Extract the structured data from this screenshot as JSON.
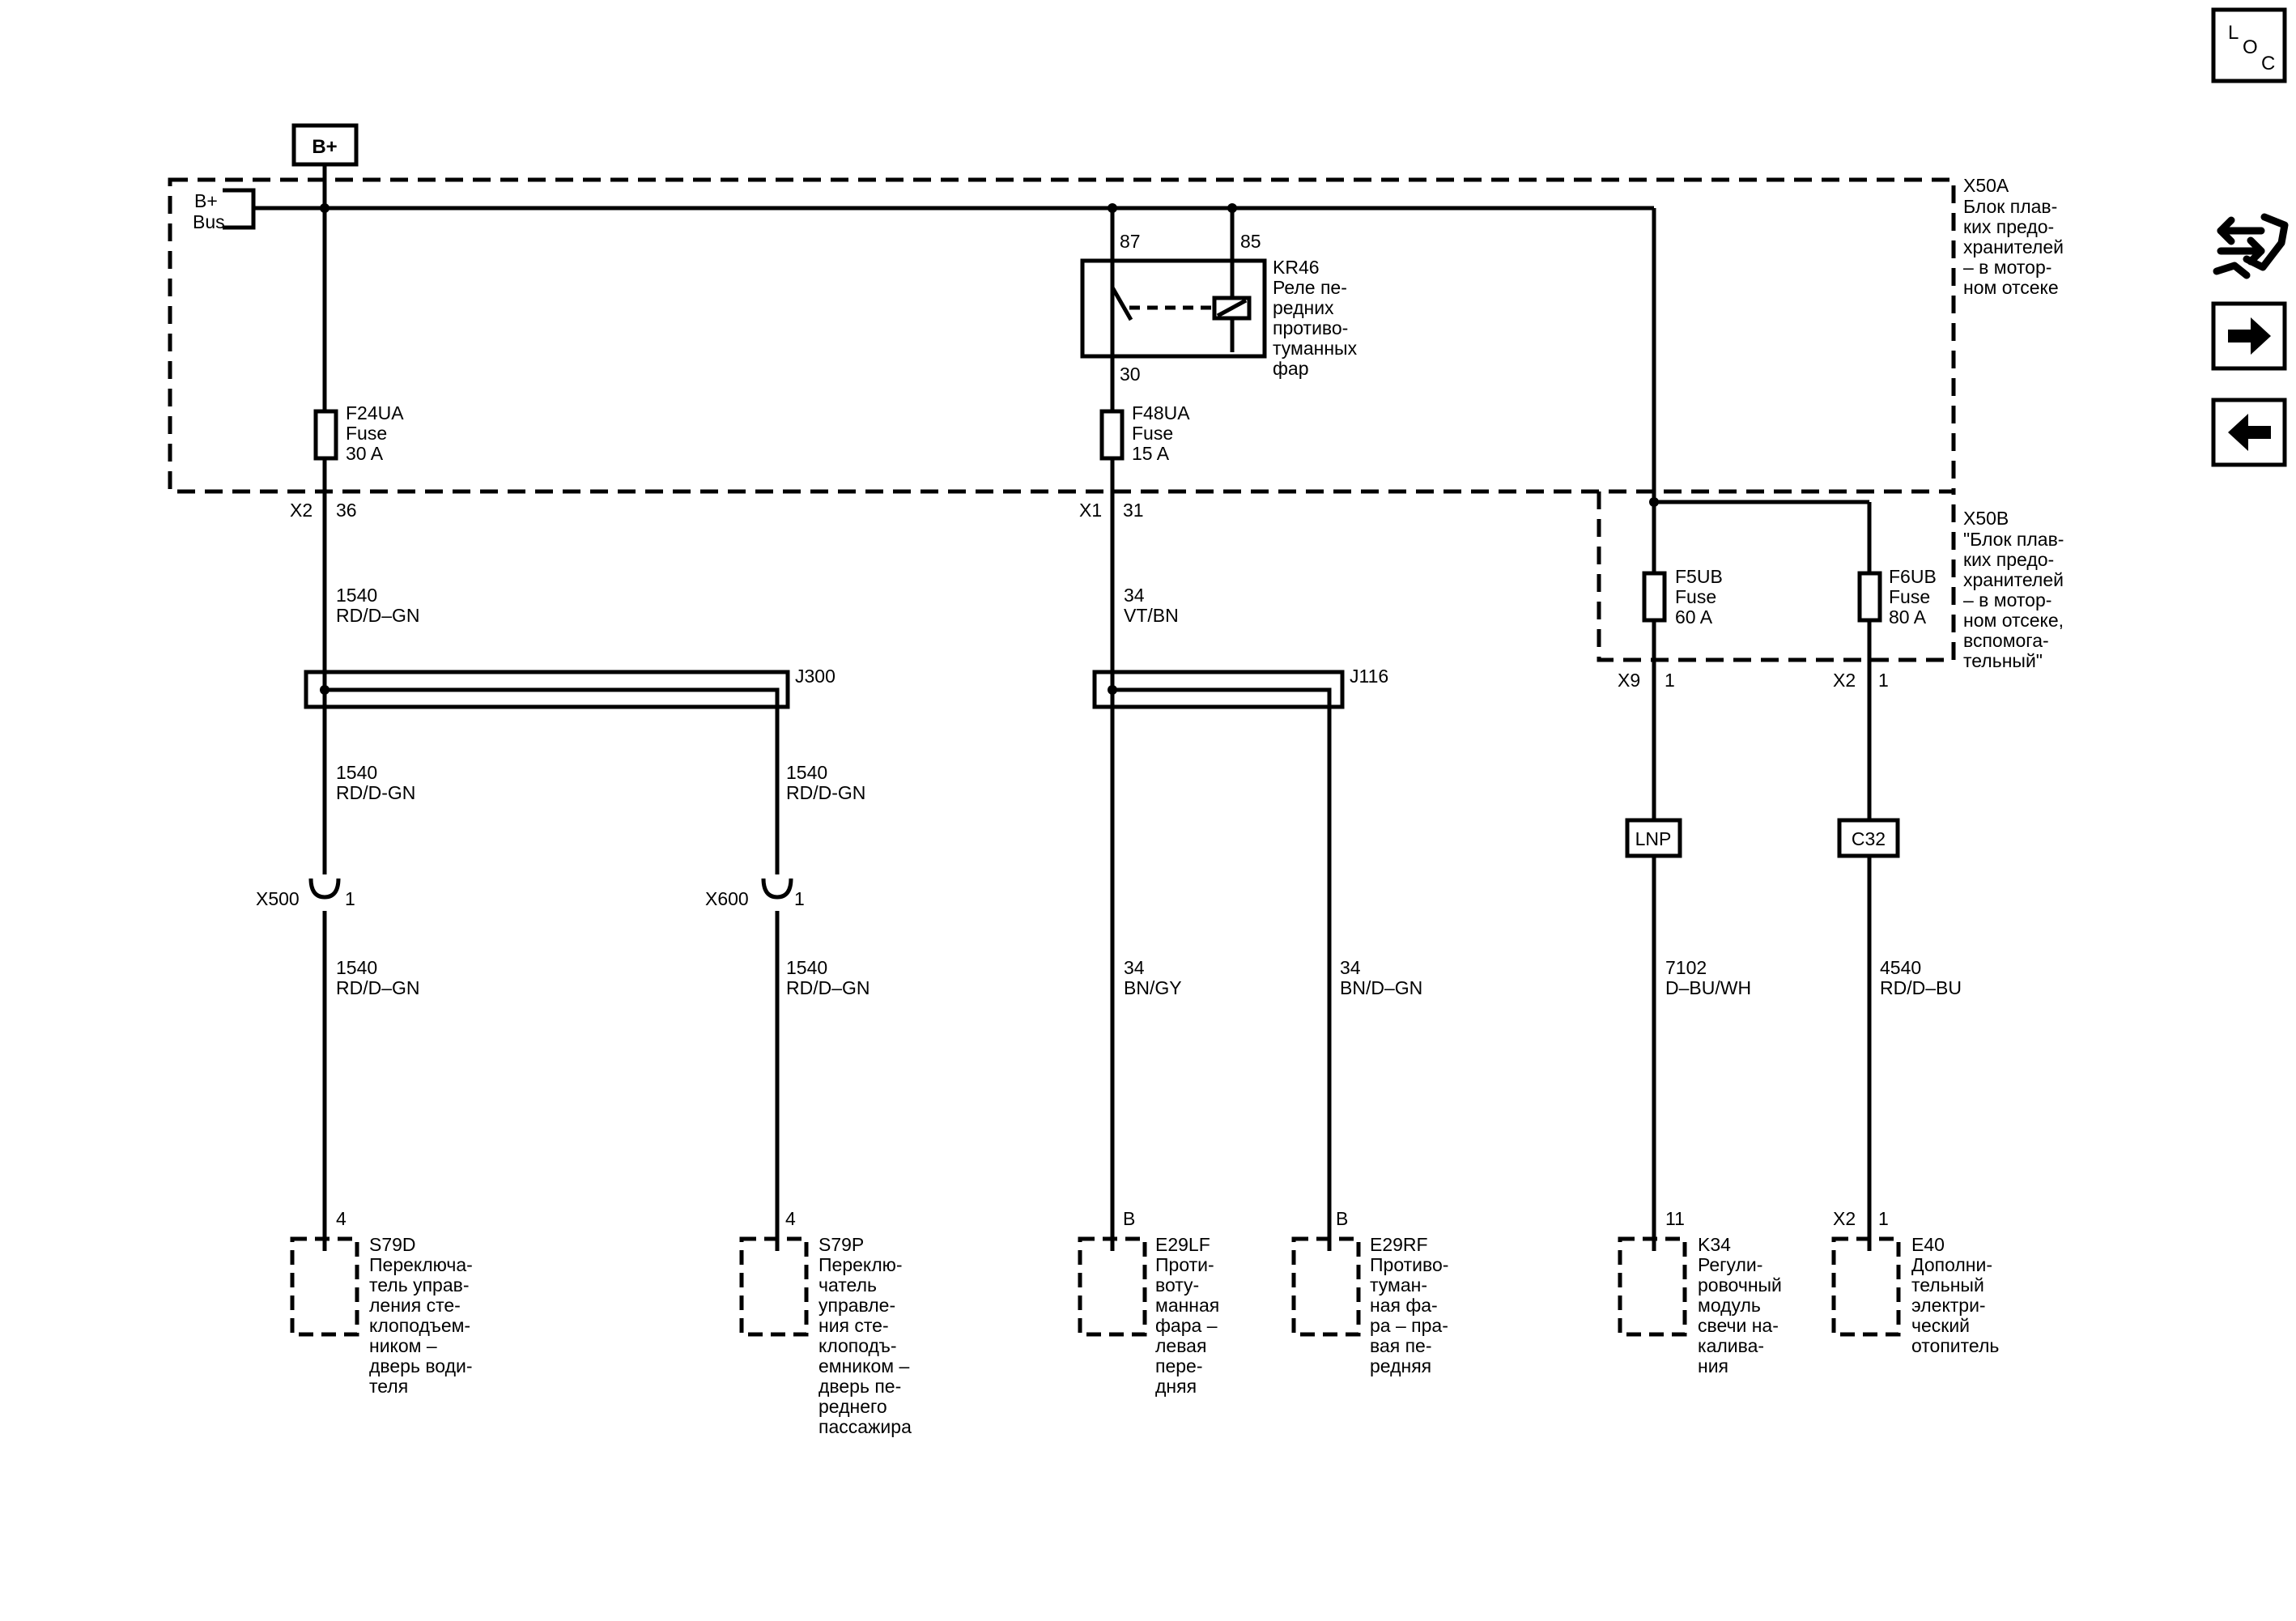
{
  "power_source": "B+",
  "bus_label": [
    "B+",
    "Bus"
  ],
  "fuse_block_a": {
    "id": "X50A",
    "desc": [
      "Блок плав-",
      "ких предо-",
      "хранителей",
      "– в мотор-",
      "ном отсеке"
    ]
  },
  "fuse_block_b": {
    "id": "X50B",
    "desc": [
      "\"Блок плав-",
      "ких предо-",
      "хранителей",
      "– в мотор-",
      "ном отсеке,",
      "вспомога-",
      "тельный\""
    ]
  },
  "relay": {
    "id": "KR46",
    "desc": [
      "Реле пе-",
      "редних",
      "противо-",
      "туманных",
      "фар"
    ],
    "pin_87": "87",
    "pin_85": "85",
    "pin_30": "30"
  },
  "fuses": [
    {
      "id": "F24UA",
      "type": "Fuse",
      "rating": "30 A",
      "conn": "X2",
      "pin": "36"
    },
    {
      "id": "F48UA",
      "type": "Fuse",
      "rating": "15 A",
      "conn": "X1",
      "pin": "31"
    },
    {
      "id": "F5UB",
      "type": "Fuse",
      "rating": "60 A",
      "conn": "X9",
      "pin": "1"
    },
    {
      "id": "F6UB",
      "type": "Fuse",
      "rating": "80 A",
      "conn": "X2",
      "pin": "1"
    }
  ],
  "splices": {
    "s1": "J300",
    "s2": "J116"
  },
  "inline_connectors": [
    {
      "id": "X500",
      "pin": "1"
    },
    {
      "id": "X600",
      "pin": "1"
    }
  ],
  "tags": {
    "t1": "LNP",
    "t2": "C32"
  },
  "wires": [
    {
      "circuit": "1540",
      "color": "RD/D–GN"
    },
    {
      "circuit": "34",
      "color": "VT/BN"
    },
    {
      "circuit": "1540",
      "color": "RD/D-GN"
    },
    {
      "circuit": "1540",
      "color": "RD/D-GN"
    },
    {
      "circuit": "1540",
      "color": "RD/D–GN"
    },
    {
      "circuit": "1540",
      "color": "RD/D–GN"
    },
    {
      "circuit": "34",
      "color": "BN/GY"
    },
    {
      "circuit": "34",
      "color": "BN/D–GN"
    },
    {
      "circuit": "7102",
      "color": "D–BU/WH"
    },
    {
      "circuit": "4540",
      "color": "RD/D–BU"
    }
  ],
  "components": [
    {
      "id": "S79D",
      "pin": "4",
      "conn": "",
      "desc": [
        "Переключа-",
        "тель управ-",
        "ления сте-",
        "клоподъем-",
        "ником –",
        "дверь води-",
        "теля"
      ]
    },
    {
      "id": "S79P",
      "pin": "4",
      "conn": "",
      "desc": [
        "Переклю-",
        "чатель",
        "управле-",
        "ния сте-",
        "клоподъ-",
        "емником –",
        "дверь пе-",
        "реднего",
        "пассажира"
      ]
    },
    {
      "id": "E29LF",
      "pin": "B",
      "conn": "",
      "desc": [
        "Проти-",
        "воту-",
        "манная",
        "фара –",
        "левая",
        "пере-",
        "дняя"
      ]
    },
    {
      "id": "E29RF",
      "pin": "B",
      "conn": "",
      "desc": [
        "Противо-",
        "туман-",
        "ная фа-",
        "ра – пра-",
        "вая пе-",
        "редняя"
      ]
    },
    {
      "id": "K34",
      "pin": "11",
      "conn": "",
      "desc": [
        "Регули-",
        "ровочный",
        "модуль",
        "свечи на-",
        "калива-",
        "ния"
      ]
    },
    {
      "id": "E40",
      "pin": "1",
      "conn": "X2",
      "desc": [
        "Дополни-",
        "тельный",
        "электри-",
        "ческий",
        "отопитель"
      ]
    }
  ],
  "sidebar": {
    "loc": {
      "l": "L",
      "o": "O",
      "c": "C"
    },
    "icons": [
      "harness-connector-icon",
      "arrow-right-icon",
      "arrow-left-icon"
    ]
  }
}
